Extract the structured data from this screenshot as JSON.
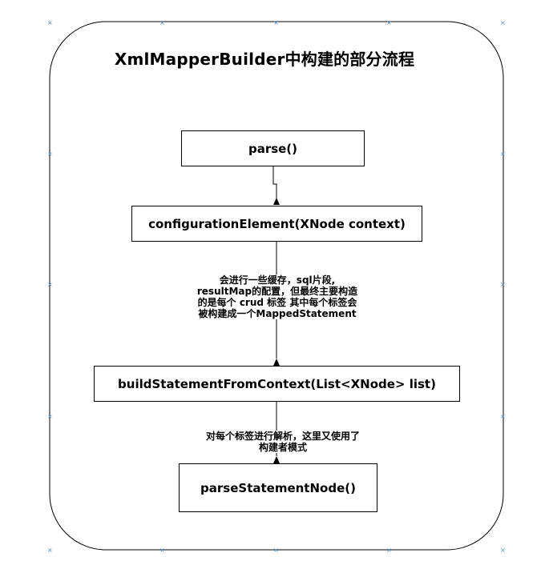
{
  "title": "XmlMapperBuilder中构建的部分流程",
  "nodes": {
    "parse": "parse()",
    "configuration": "configurationElement(XNode context)",
    "build": "buildStatementFromContext(List<XNode> list)",
    "parse_statement": "parseStatementNode()"
  },
  "edge_labels": {
    "config_to_build": [
      "会进行一些缓存，sql片段,",
      "resultMap的配置，但最终主要构造",
      "的是每个 crud 标签 其中每个标签会",
      "被构建成一个MappedStatement"
    ],
    "build_to_parse": [
      "对每个标签进行解析，这里又使用了",
      "构建者模式"
    ]
  },
  "colors": {
    "line": "#000000",
    "handle": "#4a90d9",
    "background": "#ffffff"
  }
}
